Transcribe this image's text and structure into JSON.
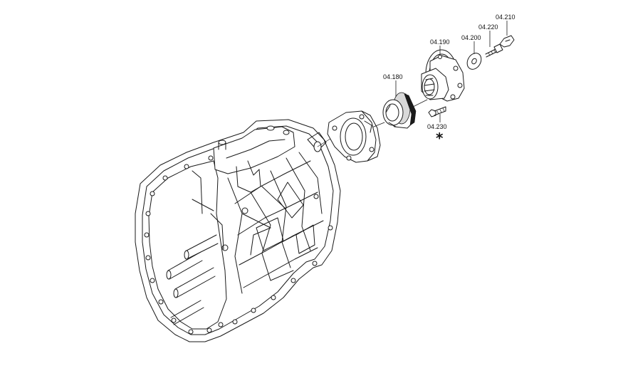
{
  "labels": {
    "p04180": "04.180",
    "p04190": "04.190",
    "p04200": "04.200",
    "p04210": "04.210",
    "p04220": "04.220",
    "p04230": "04.230",
    "asterisk": "*"
  },
  "colors": {
    "line": "#1a1a1a",
    "background": "#ffffff"
  }
}
